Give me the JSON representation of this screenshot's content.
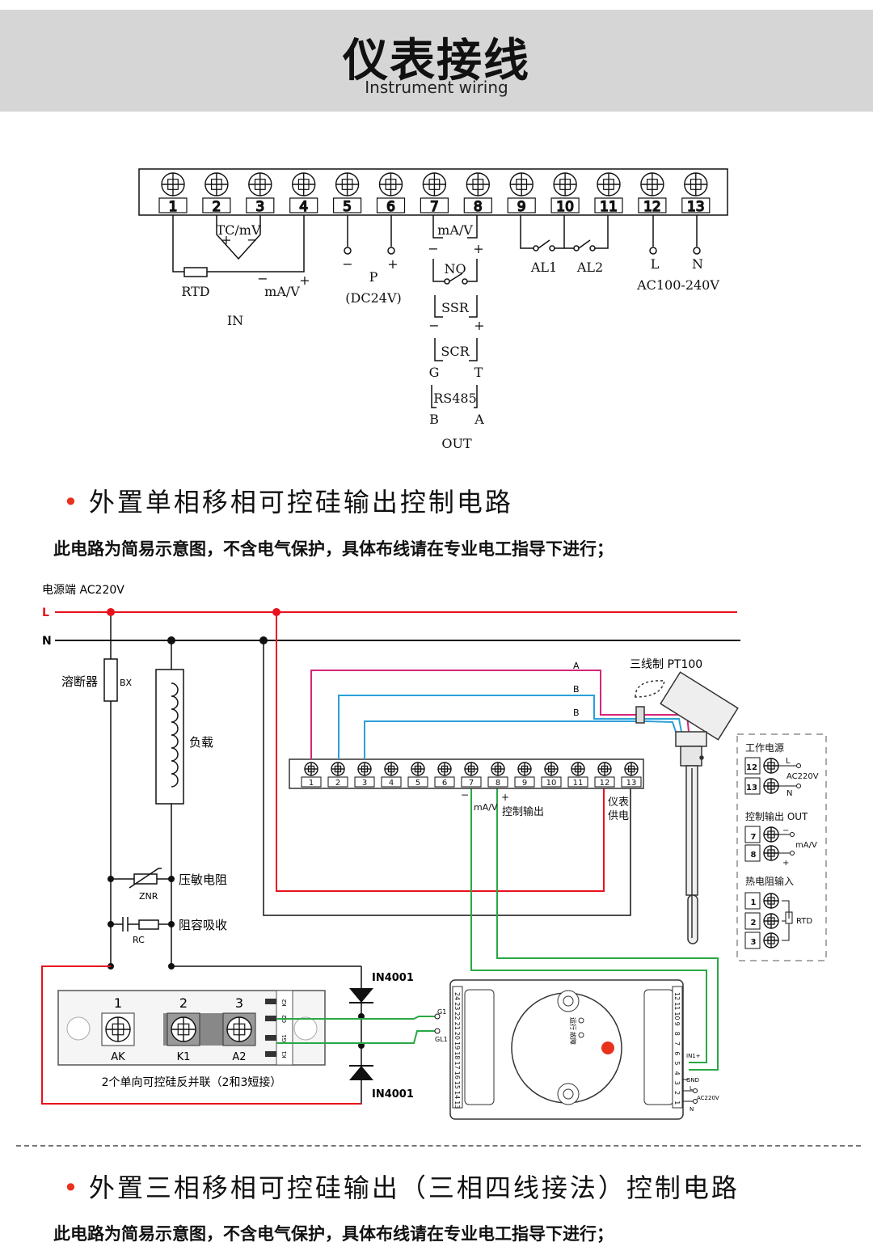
{
  "header": {
    "title": "仪表接线",
    "subtitle": "Instrument wiring"
  },
  "terminal_block": {
    "terminals": [
      "1",
      "2",
      "3",
      "4",
      "5",
      "6",
      "7",
      "8",
      "9",
      "10",
      "11",
      "12",
      "13"
    ],
    "labels": {
      "rtd": "RTD",
      "tc_mv": "TC/mV",
      "plus": "+",
      "minus": "−",
      "ma_v_in": "mA/V",
      "in": "IN",
      "p": "P",
      "dc24v": "(DC24V)",
      "ma_v_out": "mA/V",
      "no": "NO",
      "ssr": "SSR",
      "scr": "SCR",
      "g": "G",
      "t": "T",
      "rs485": "RS485",
      "b": "B",
      "a": "A",
      "out": "OUT",
      "al1": "AL1",
      "al2": "AL2",
      "l": "L",
      "n": "N",
      "ac": "AC100-240V"
    }
  },
  "section1": {
    "title": "外置单相移相可控硅输出控制电路",
    "note": "此电路为简易示意图，不含电气保护，具体布线请在专业电工指导下进行；"
  },
  "circuit": {
    "power_label": "电源端  AC220V",
    "line_l": "L",
    "line_n": "N",
    "fuse": "溶断器",
    "bx": "BX",
    "load": "负载",
    "varistor": "压敏电阻",
    "znr": "ZNR",
    "rc_absorb": "阻容吸收",
    "rc": "RC",
    "diode": "IN4001",
    "scr_terms": [
      "1",
      "2",
      "3"
    ],
    "scr_labels": [
      "AK",
      "K1",
      "A2"
    ],
    "scr_side": [
      "K2",
      "G2",
      "G1",
      "K1"
    ],
    "scr_caption": "2个单向可控硅反并联（2和3短接）",
    "wire_a": "A",
    "wire_b": "B",
    "pt100": "三线制  PT100",
    "minus": "−",
    "plus": "+",
    "ma_v": "mA/V",
    "ctrl_out": "控制输出",
    "inst_power": "仪表\n供电",
    "g1": "G1",
    "gl1": "GL1",
    "trig_left": [
      "24",
      "23",
      "22",
      "21",
      "20",
      "19",
      "18",
      "17",
      "16",
      "15",
      "14",
      "13"
    ],
    "trig_right": [
      "12",
      "11",
      "10",
      "9",
      "8",
      "7",
      "6",
      "5",
      "4",
      "3",
      "2",
      "1"
    ],
    "in1": "IN1+",
    "gnd": "GND",
    "l": "L",
    "ac220v": "AC220V",
    "n": "N",
    "trig_text1": "运行",
    "trig_text2": "故障",
    "legend": {
      "work_power": "工作电源",
      "ctrl_out": "控制输出 OUT",
      "rtd_in": "热电阻输入",
      "l": "L",
      "n": "N",
      "ac220v": "AC220V",
      "ma_v": "mA/V",
      "rtd": "RTD",
      "minus": "−",
      "plus": "+",
      "t12": "12",
      "t13": "13",
      "t7": "7",
      "t8": "8",
      "t1": "1",
      "t2": "2",
      "t3": "3"
    }
  },
  "section2": {
    "title": "外置三相移相可控硅输出（三相四线接法）控制电路",
    "note": "此电路为简易示意图，不含电气保护，具体布线请在专业电工指导下进行；"
  },
  "colors": {
    "red": "#e8121e",
    "pink": "#d6257a",
    "blue": "#2c9fd8",
    "green": "#2aa845",
    "accent": "#e8321e"
  }
}
